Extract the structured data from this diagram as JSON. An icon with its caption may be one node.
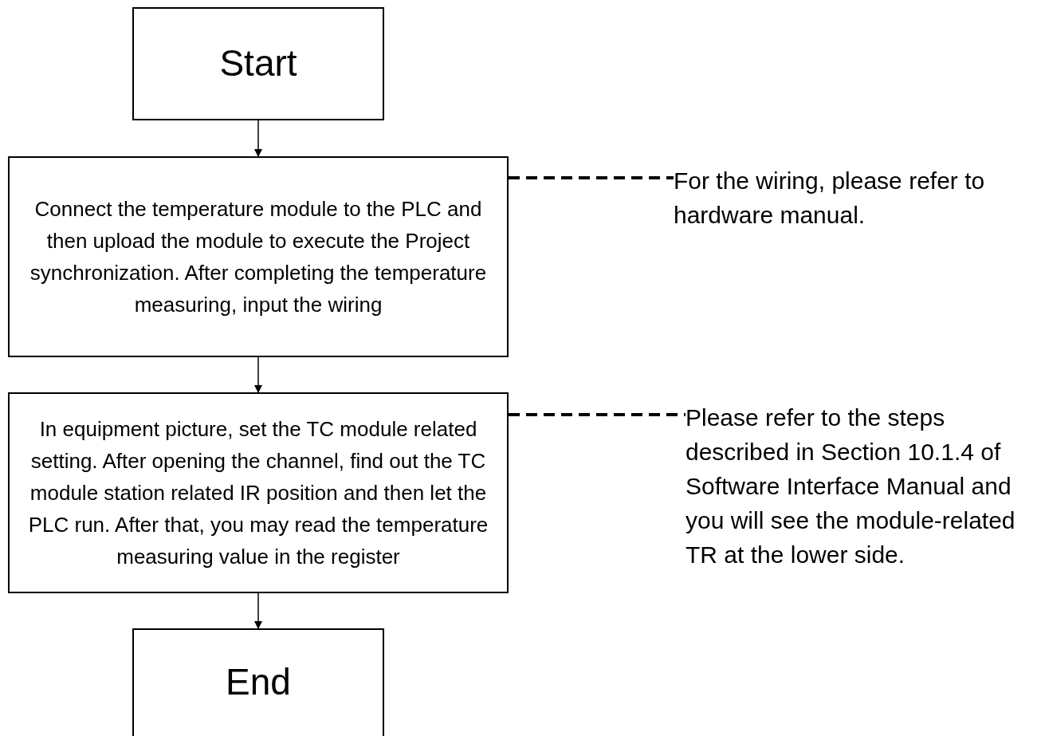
{
  "diagram": {
    "nodes": [
      {
        "text": [
          "Start"
        ]
      },
      {
        "text": [
          "Connect the temperature module to the PLC and then upload the module to execute the Project synchronization. After completing the temperature measuring, input the wiring"
        ]
      },
      {
        "text": [
          "In equipment picture, set the TC module related setting. After opening the channel, find out the TC module station related IR position and then let the PLC run. After that, you may read the temperature measuring value in the register"
        ]
      },
      {
        "text": [
          "End"
        ]
      },
      {
        "text": [
          "For the wiring, please refer to hardware manual."
        ]
      },
      {
        "text": [
          "Please refer to the steps described in Section 10.1.4 of Software Interface Manual and you will see the module-related TR at the lower side."
        ]
      }
    ],
    "edges": [
      {
        "from": 0,
        "to": 1,
        "arrow": "to"
      },
      {
        "from": 1,
        "to": 2,
        "arrow": "to"
      },
      {
        "from": 2,
        "to": 3,
        "arrow": "to"
      },
      {
        "from": 1,
        "to": 4,
        "arrow": "none",
        "style": "dashed"
      },
      {
        "from": 2,
        "to": 5,
        "arrow": "none",
        "style": "dashed"
      }
    ]
  }
}
